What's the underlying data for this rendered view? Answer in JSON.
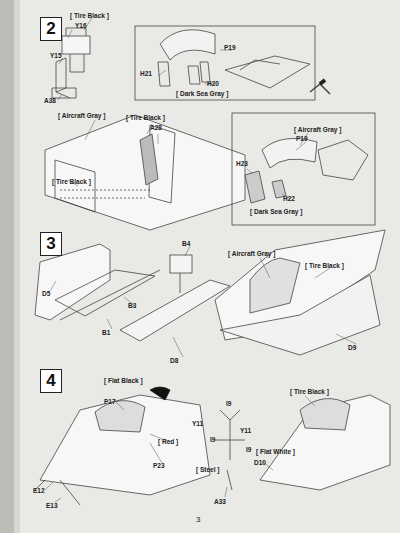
{
  "diagram": {
    "nodes": [
      {
        "text": [
          "2"
        ]
      },
      {
        "text": [
          "3"
        ]
      },
      {
        "text": [
          "4"
        ]
      }
    ],
    "labels": [
      "[ Tire Black ]",
      "Y16",
      "Y15",
      "A38",
      "[ Aircraft Gray ]",
      "P19",
      "H21",
      "H20",
      "[ Dark Sea Gray ]",
      "[ Tire Black ]",
      "A28",
      "[ Tire Black ]",
      "[ Aircraft Gray ]",
      "P19",
      "H23",
      "H22",
      "[ Dark Sea Gray ]",
      "D5",
      "B3",
      "B1",
      "B4",
      "D8",
      "[ Aircraft Gray ]",
      "[ Tire Black ]",
      "D9",
      "[ Flat Black ]",
      "P17",
      "[ Red ]",
      "P23",
      "E12",
      "E13",
      "Y11",
      "I9",
      "I9",
      "Y11",
      "I9",
      "[ Steel ]",
      "A33",
      "[ Tire Black ]",
      "[ Flat White ]",
      "D10",
      "3"
    ]
  }
}
